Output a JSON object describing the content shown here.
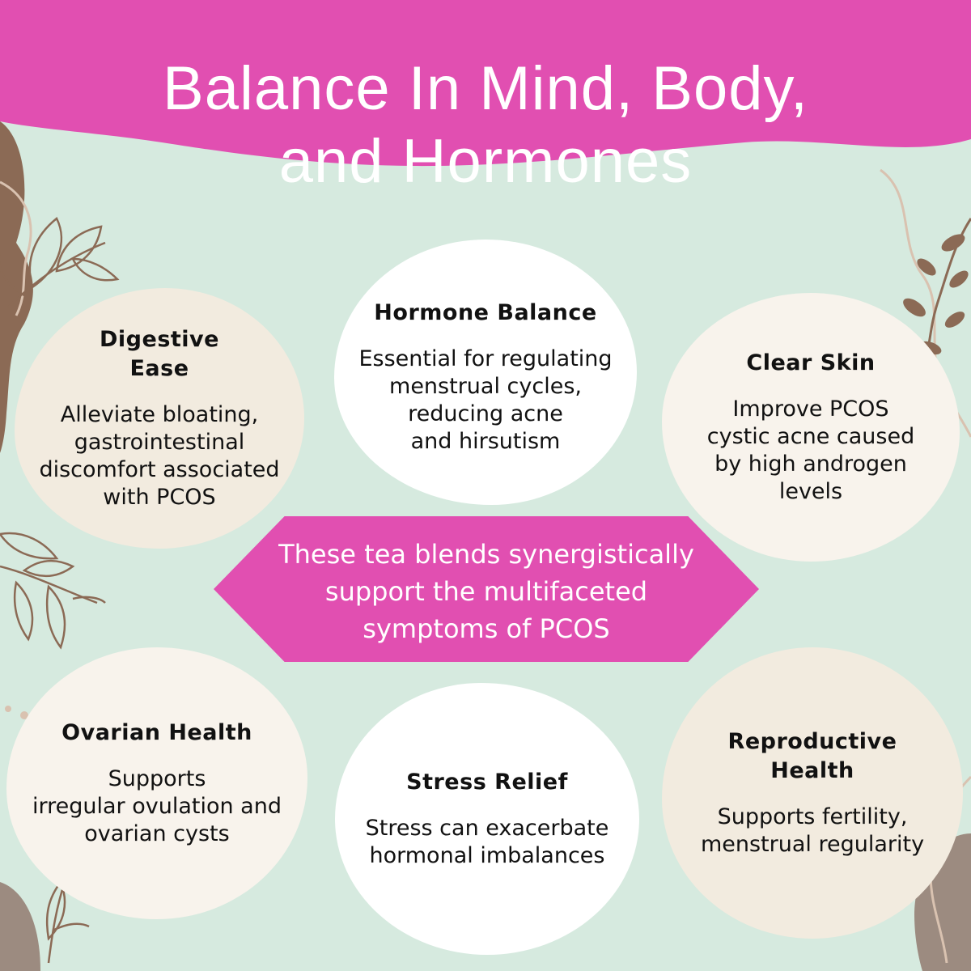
{
  "title": {
    "line1": "Balance In Mind, Body,",
    "line2": "and Hormones"
  },
  "cards": {
    "digestive": {
      "heading": "Digestive\nEase",
      "text": "Alleviate bloating,\ngastrointestinal\ndiscomfort associated\nwith PCOS"
    },
    "hormone": {
      "heading": "Hormone Balance",
      "text": "Essential for regulating\nmenstrual cycles,\nreducing acne\nand hirsutism"
    },
    "clear_skin": {
      "heading": "Clear Skin",
      "text": "Improve PCOS\ncystic acne caused\nby high androgen\nlevels"
    },
    "ovarian": {
      "heading": "Ovarian Health",
      "text": "Supports\nirregular ovulation and\novarian cysts"
    },
    "stress": {
      "heading": "Stress Relief",
      "text": "Stress can exacerbate\nhormonal imbalances"
    },
    "reproductive": {
      "heading": "Reproductive\nHealth",
      "text": "Supports fertility,\nmenstrual regularity"
    }
  },
  "center_banner": {
    "text": "These tea blends synergistically\nsupport the multifaceted\nsymptoms of PCOS"
  },
  "colors": {
    "background": "#d6eadf",
    "magenta": "#e14fb1",
    "brown": "#8b6a55",
    "cream": "#f2ebdf",
    "light_cream": "#f8f3ec",
    "white": "#ffffff"
  }
}
